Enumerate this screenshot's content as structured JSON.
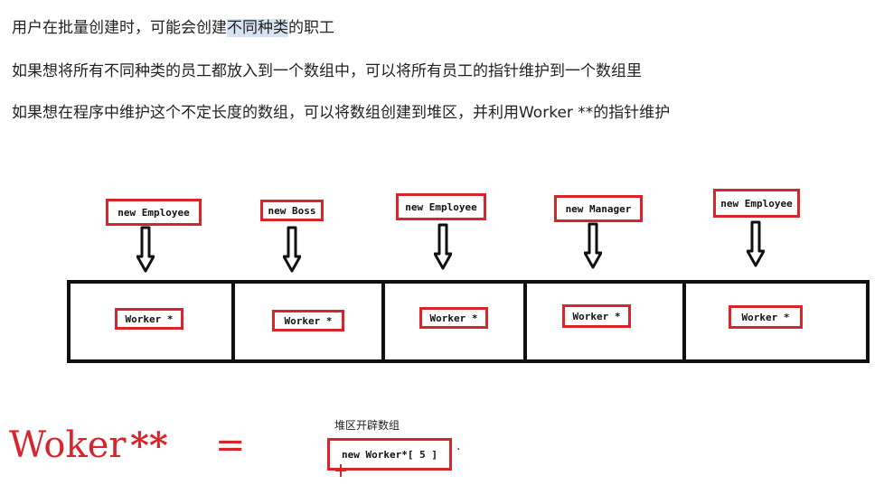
{
  "lines": [
    {
      "before": "用户在批量创建时，可能会创建",
      "highlight": "不同种类",
      "after": "的职工"
    },
    {
      "before": "如果想将所有不同种类的员工都放入到一个数组中，可以将所有员工的指针维护到一个数组里",
      "highlight": "",
      "after": ""
    },
    {
      "before": "如果想在程序中维护这个不定长度的数组，可以将数组创建到堆区，并利用Worker **的指针维护",
      "highlight": "",
      "after": ""
    }
  ],
  "objects": [
    "new Employee",
    "new Boss",
    "new Employee",
    "new Manager",
    "new Employee"
  ],
  "slots": [
    "Worker *",
    "Worker *",
    "Worker *",
    "Worker *",
    "Worker *"
  ],
  "bottom": {
    "type_name": "Woker",
    "stars": "**",
    "equals": "=",
    "caption": "堆区开辟数组",
    "alloc_code": "new Worker*[ 5 ]",
    "dot": "·"
  },
  "colors": {
    "accent": "#d8252b",
    "line": "#111111",
    "highlight": "#d7e3f2"
  }
}
